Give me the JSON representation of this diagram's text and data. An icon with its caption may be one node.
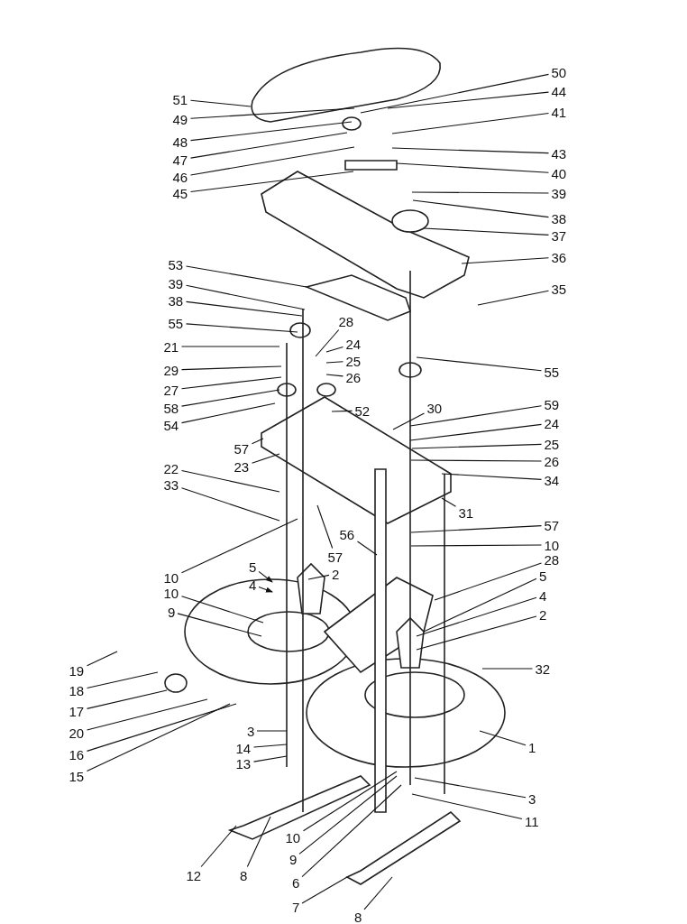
{
  "diagram": {
    "nodes": [
      {
        "text": [
          "51"
        ]
      },
      {
        "text": [
          "49"
        ]
      },
      {
        "text": [
          "48"
        ]
      },
      {
        "text": [
          "47"
        ]
      },
      {
        "text": [
          "46"
        ]
      },
      {
        "text": [
          "45"
        ]
      },
      {
        "text": [
          "53"
        ]
      },
      {
        "text": [
          "39"
        ]
      },
      {
        "text": [
          "38"
        ]
      },
      {
        "text": [
          "55"
        ]
      },
      {
        "text": [
          "21"
        ]
      },
      {
        "text": [
          "29"
        ]
      },
      {
        "text": [
          "27"
        ]
      },
      {
        "text": [
          "58"
        ]
      },
      {
        "text": [
          "54"
        ]
      },
      {
        "text": [
          "57"
        ]
      },
      {
        "text": [
          "23"
        ]
      },
      {
        "text": [
          "22"
        ]
      },
      {
        "text": [
          "33"
        ]
      },
      {
        "text": [
          "10"
        ]
      },
      {
        "text": [
          "10"
        ]
      },
      {
        "text": [
          "9"
        ]
      },
      {
        "text": [
          "5"
        ]
      },
      {
        "text": [
          "4"
        ]
      },
      {
        "text": [
          "2"
        ]
      },
      {
        "text": [
          "19"
        ]
      },
      {
        "text": [
          "18"
        ]
      },
      {
        "text": [
          "17"
        ]
      },
      {
        "text": [
          "20"
        ]
      },
      {
        "text": [
          "16"
        ]
      },
      {
        "text": [
          "15"
        ]
      },
      {
        "text": [
          "3"
        ]
      },
      {
        "text": [
          "14"
        ]
      },
      {
        "text": [
          "13"
        ]
      },
      {
        "text": [
          "12"
        ]
      },
      {
        "text": [
          "8"
        ]
      },
      {
        "text": [
          "28"
        ]
      },
      {
        "text": [
          "24"
        ]
      },
      {
        "text": [
          "25"
        ]
      },
      {
        "text": [
          "26"
        ]
      },
      {
        "text": [
          "52"
        ]
      },
      {
        "text": [
          "30"
        ]
      },
      {
        "text": [
          "56"
        ]
      },
      {
        "text": [
          "57"
        ]
      },
      {
        "text": [
          "10"
        ]
      },
      {
        "text": [
          "9"
        ]
      },
      {
        "text": [
          "6"
        ]
      },
      {
        "text": [
          "7"
        ]
      },
      {
        "text": [
          "8"
        ]
      },
      {
        "text": [
          "50"
        ]
      },
      {
        "text": [
          "44"
        ]
      },
      {
        "text": [
          "41"
        ]
      },
      {
        "text": [
          "43"
        ]
      },
      {
        "text": [
          "40"
        ]
      },
      {
        "text": [
          "39"
        ]
      },
      {
        "text": [
          "38"
        ]
      },
      {
        "text": [
          "37"
        ]
      },
      {
        "text": [
          "36"
        ]
      },
      {
        "text": [
          "35"
        ]
      },
      {
        "text": [
          "55"
        ]
      },
      {
        "text": [
          "59"
        ]
      },
      {
        "text": [
          "24"
        ]
      },
      {
        "text": [
          "25"
        ]
      },
      {
        "text": [
          "26"
        ]
      },
      {
        "text": [
          "34"
        ]
      },
      {
        "text": [
          "31"
        ]
      },
      {
        "text": [
          "57"
        ]
      },
      {
        "text": [
          "10"
        ]
      },
      {
        "text": [
          "28"
        ]
      },
      {
        "text": [
          "5"
        ]
      },
      {
        "text": [
          "4"
        ]
      },
      {
        "text": [
          "2"
        ]
      },
      {
        "text": [
          "32"
        ]
      },
      {
        "text": [
          "1"
        ]
      },
      {
        "text": [
          "3"
        ]
      },
      {
        "text": [
          "11"
        ]
      }
    ],
    "edges": [
      {
        "from": 0,
        "to": null,
        "arrow": "none"
      },
      {
        "from": 1,
        "to": null,
        "arrow": "none"
      },
      {
        "from": 2,
        "to": null,
        "arrow": "none"
      },
      {
        "from": 3,
        "to": null,
        "arrow": "none"
      },
      {
        "from": 4,
        "to": null,
        "arrow": "none"
      },
      {
        "from": 5,
        "to": null,
        "arrow": "none"
      },
      {
        "from": 6,
        "to": null,
        "arrow": "none"
      },
      {
        "from": 7,
        "to": null,
        "arrow": "none"
      },
      {
        "from": 8,
        "to": null,
        "arrow": "none"
      },
      {
        "from": 9,
        "to": null,
        "arrow": "none"
      },
      {
        "from": 10,
        "to": null,
        "arrow": "none"
      },
      {
        "from": 11,
        "to": null,
        "arrow": "none"
      },
      {
        "from": 12,
        "to": null,
        "arrow": "none"
      },
      {
        "from": 13,
        "to": null,
        "arrow": "none"
      },
      {
        "from": 14,
        "to": null,
        "arrow": "none"
      },
      {
        "from": 15,
        "to": null,
        "arrow": "none"
      },
      {
        "from": 16,
        "to": null,
        "arrow": "none"
      },
      {
        "from": 17,
        "to": null,
        "arrow": "none"
      },
      {
        "from": 18,
        "to": null,
        "arrow": "none"
      },
      {
        "from": 19,
        "to": null,
        "arrow": "none"
      },
      {
        "from": 20,
        "to": null,
        "arrow": "none"
      },
      {
        "from": 21,
        "to": null,
        "arrow": "none"
      },
      {
        "from": 22,
        "to": null,
        "arrow": "to"
      },
      {
        "from": 23,
        "to": null,
        "arrow": "to"
      },
      {
        "from": 24,
        "to": null,
        "arrow": "none"
      },
      {
        "from": 25,
        "to": null,
        "arrow": "none"
      },
      {
        "from": 26,
        "to": null,
        "arrow": "none"
      },
      {
        "from": 27,
        "to": null,
        "arrow": "none"
      },
      {
        "from": 28,
        "to": null,
        "arrow": "none"
      },
      {
        "from": 29,
        "to": null,
        "arrow": "none"
      },
      {
        "from": 30,
        "to": null,
        "arrow": "none"
      },
      {
        "from": 31,
        "to": null,
        "arrow": "none"
      },
      {
        "from": 32,
        "to": null,
        "arrow": "none"
      },
      {
        "from": 33,
        "to": null,
        "arrow": "none"
      },
      {
        "from": 34,
        "to": null,
        "arrow": "none"
      },
      {
        "from": 35,
        "to": null,
        "arrow": "none"
      },
      {
        "from": 36,
        "to": null,
        "arrow": "none"
      },
      {
        "from": 37,
        "to": null,
        "arrow": "none"
      },
      {
        "from": 38,
        "to": null,
        "arrow": "none"
      },
      {
        "from": 39,
        "to": null,
        "arrow": "none"
      },
      {
        "from": 40,
        "to": null,
        "arrow": "none"
      },
      {
        "from": 41,
        "to": null,
        "arrow": "none"
      },
      {
        "from": 42,
        "to": null,
        "arrow": "none"
      },
      {
        "from": 43,
        "to": null,
        "arrow": "none"
      },
      {
        "from": 44,
        "to": null,
        "arrow": "none"
      },
      {
        "from": 45,
        "to": null,
        "arrow": "none"
      },
      {
        "from": 46,
        "to": null,
        "arrow": "none"
      },
      {
        "from": 47,
        "to": null,
        "arrow": "none"
      },
      {
        "from": 48,
        "to": null,
        "arrow": "none"
      },
      {
        "from": 49,
        "to": null,
        "arrow": "none"
      },
      {
        "from": 50,
        "to": null,
        "arrow": "none"
      },
      {
        "from": 51,
        "to": null,
        "arrow": "none"
      },
      {
        "from": 52,
        "to": null,
        "arrow": "none"
      },
      {
        "from": 53,
        "to": null,
        "arrow": "none"
      },
      {
        "from": 54,
        "to": null,
        "arrow": "none"
      },
      {
        "from": 55,
        "to": null,
        "arrow": "none"
      },
      {
        "from": 56,
        "to": null,
        "arrow": "none"
      },
      {
        "from": 57,
        "to": null,
        "arrow": "none"
      },
      {
        "from": 58,
        "to": null,
        "arrow": "none"
      },
      {
        "from": 59,
        "to": null,
        "arrow": "none"
      },
      {
        "from": 60,
        "to": null,
        "arrow": "none"
      },
      {
        "from": 61,
        "to": null,
        "arrow": "none"
      },
      {
        "from": 62,
        "to": null,
        "arrow": "none"
      },
      {
        "from": 63,
        "to": null,
        "arrow": "none"
      },
      {
        "from": 64,
        "to": null,
        "arrow": "none"
      },
      {
        "from": 65,
        "to": null,
        "arrow": "none"
      },
      {
        "from": 66,
        "to": null,
        "arrow": "none"
      },
      {
        "from": 67,
        "to": null,
        "arrow": "none"
      },
      {
        "from": 68,
        "to": null,
        "arrow": "none"
      },
      {
        "from": 69,
        "to": null,
        "arrow": "none"
      },
      {
        "from": 70,
        "to": null,
        "arrow": "none"
      },
      {
        "from": 71,
        "to": null,
        "arrow": "none"
      },
      {
        "from": 72,
        "to": null,
        "arrow": "none"
      },
      {
        "from": 73,
        "to": null,
        "arrow": "none"
      },
      {
        "from": 74,
        "to": null,
        "arrow": "none"
      },
      {
        "from": 75,
        "to": null,
        "arrow": "none"
      }
    ]
  }
}
